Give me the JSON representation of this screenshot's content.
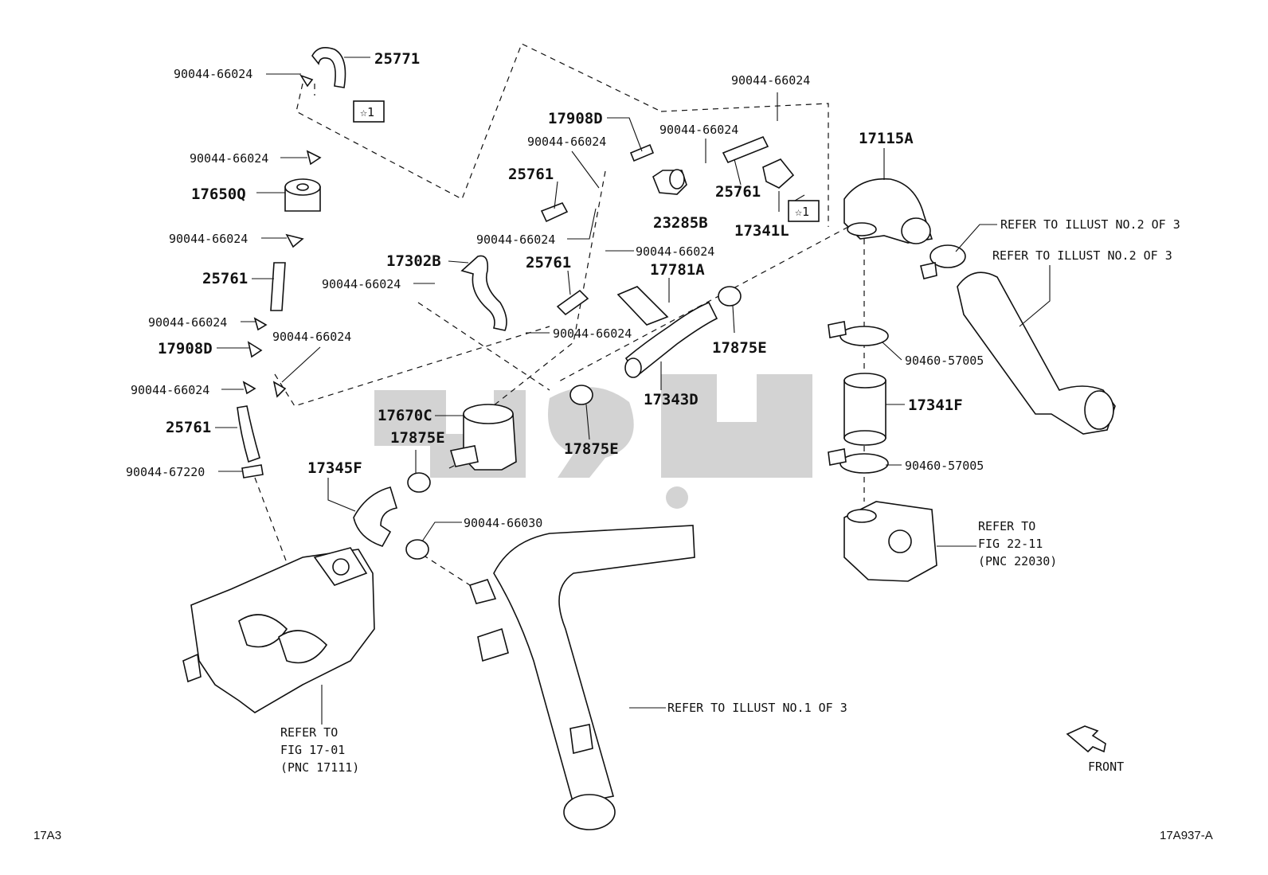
{
  "labels": {
    "p25771": "25771",
    "p90044_66024_a": "90044-66024",
    "star1_a": "☆1",
    "p90044_66024_b": "90044-66024",
    "p17650Q": "17650Q",
    "p90044_66024_c": "90044-66024",
    "p25761_a": "25761",
    "p90044_66024_d": "90044-66024",
    "p17908D_a": "17908D",
    "p90044_66024_e": "90044-66024",
    "p90044_66024_f": "90044-66024",
    "p25761_b": "25761",
    "p90044_67220": "90044-67220",
    "p17908D_b": "17908D",
    "p90044_66024_g": "90044-66024",
    "p25761_c": "25761",
    "p90044_66024_h": "90044-66024",
    "p17302B": "17302B",
    "p90044_66024_i": "90044-66024",
    "p25761_d": "25761",
    "p90044_66024_j": "90044-66024",
    "p90044_66024_k": "90044-66024",
    "p23285B": "23285B",
    "p90044_66024_l": "90044-66024",
    "p25761_e": "25761",
    "p17341L": "17341L",
    "star1_b": "☆1",
    "p17781A": "17781A",
    "p90044_66024_m": "90044-66024",
    "p17875E_a": "17875E",
    "p17343D": "17343D",
    "p17670C": "17670C",
    "p17875E_b": "17875E",
    "p17875E_c": "17875E",
    "p17345F": "17345F",
    "p90044_66030": "90044-66030",
    "p17115A": "17115A",
    "p90460_57005_a": "90460-57005",
    "p17341F": "17341F",
    "p90460_57005_b": "90460-57005",
    "ref_illust2_a": "REFER TO ILLUST NO.2 OF 3",
    "ref_illust2_b": "REFER TO ILLUST NO.2 OF 3",
    "ref_illust1": "REFER TO ILLUST NO.1 OF 3",
    "ref_fig2211_l1": "REFER TO",
    "ref_fig2211_l2": "FIG 22-11",
    "ref_fig2211_l3": "(PNC 22030)",
    "ref_fig1701_l1": "REFER TO",
    "ref_fig1701_l2": "FIG 17-01",
    "ref_fig1701_l3": "(PNC 17111)"
  },
  "front_label": "FRONT",
  "corner_left": "17A3",
  "corner_right": "17A937-A",
  "watermark_text": "ﻭﻟﺒﯽ",
  "colors": {
    "ink": "#111111",
    "watermark": "#9e9e9e",
    "background": "#ffffff"
  }
}
